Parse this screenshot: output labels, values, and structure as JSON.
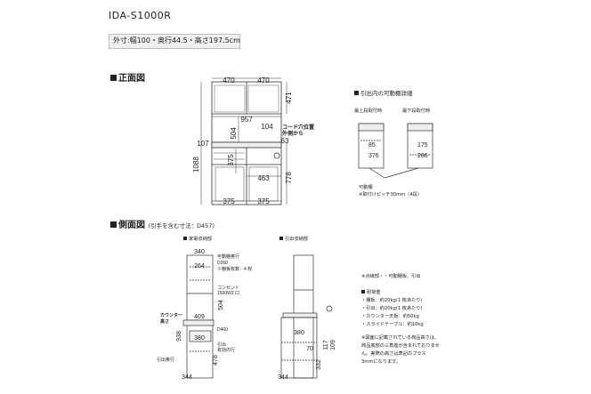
{
  "product": {
    "model": "IDA-S1000R",
    "spec": "外寸:幅100・奥行44.5・高さ197.5cm"
  },
  "front_view": {
    "title": "正面図",
    "dims": {
      "top_w1": "470",
      "top_w2": "470",
      "right_top": "471",
      "width": "957",
      "d104": "104",
      "d504": "504",
      "d63": "63",
      "d107": "107",
      "total_h": "1088",
      "d375": "375",
      "d463": "463",
      "d778": "778",
      "bot1": "375",
      "bot2": "375"
    },
    "cord_note": "コード穴位置",
    "cord_note2": "外側から"
  },
  "drawer_detail": {
    "title": "引出内の可動棚詳細",
    "top_label": "最上段取付時",
    "bottom_label": "最下段取付時",
    "a1": "85",
    "a2": "376",
    "b1": "175",
    "b2": "286",
    "movable_shelf": "可動棚",
    "pitch": "※取付けピッチ30mm（4段）"
  },
  "side_view": {
    "title": "側面図",
    "title_note": "(引手を含む寸法：D457)",
    "appliance_label": "家電収納部",
    "drawer_label": "引出収納部",
    "d340": "340",
    "d264": "264",
    "d409": "409",
    "d380": "380",
    "d504": "504",
    "d938": "938",
    "d478": "478",
    "d344": "344",
    "inner_h": "可動棚奥行",
    "inner_d": "D260",
    "shelf_count": "※棚板枚数：4 枚",
    "outlet": "コンセント",
    "outlet2": "1500W2 口",
    "counter": "カウンター",
    "counter2": "高さ",
    "inner_d2": "D400",
    "drawer_inner": "引出",
    "drawer_inner2": "有効内行",
    "drawer_depth": "引出奥行",
    "r380": "380",
    "r70": "70",
    "r344": "344",
    "r332": "332",
    "r117": "117",
    "r109": "109"
  },
  "notes": {
    "dotted": "※点線部・・可動棚板、引出",
    "load_title": "耐荷重",
    "loads": [
      "・棚板：約20kg(1 枚あたり)",
      "・引出：約20kg(1 枚あたり)",
      "・カウンター天板：約50kg",
      "・スライドテーブル：約10kg"
    ],
    "footer": [
      "※図面に記載されている商品高さは、",
      "商品底部の三角座が含まれておりませ",
      "ん。実際の高さは表記のプラス",
      "3mmになります。"
    ]
  }
}
